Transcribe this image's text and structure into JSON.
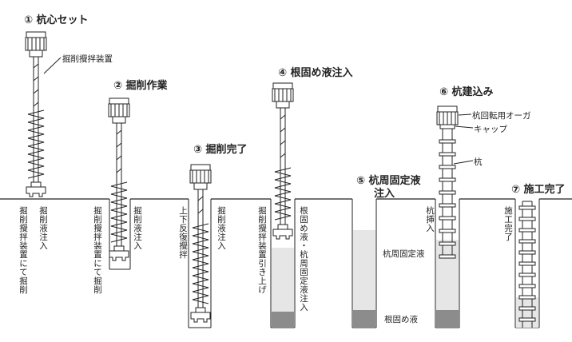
{
  "steps": [
    {
      "title": "① 杭心セット"
    },
    {
      "title": "② 掘削作業"
    },
    {
      "title": "③ 掘削完了"
    },
    {
      "title": "④ 根固め液注入"
    },
    {
      "title": "⑤ 杭周固定液"
    },
    {
      "title": "⑥ 杭建込み"
    },
    {
      "title": "⑦ 施工完了"
    }
  ],
  "step5_title_line2": "注入",
  "callouts": {
    "auger_device": "掘削攪拌装置",
    "pile_auger": "杭回転用オーガ",
    "cap": "キャップ",
    "pile": "杭"
  },
  "vertical_labels": {
    "s1_a": "掘削攪拌装置にて掘削",
    "s1_b": "掘削液注入",
    "s2_a": "掘削攪拌装置にて掘削",
    "s2_b": "掘削液注入",
    "s3_a": "上下反復攪拌",
    "s3_b": "掘削液注入",
    "s4_a": "掘削攪拌装置引き上げ",
    "s4_b": "根固め液・杭周固定液注入",
    "s6": "杭挿入",
    "s7": "施工完了"
  },
  "fluid_labels": {
    "peri": "杭周固定液",
    "root": "根固め液"
  },
  "colors": {
    "line": "#222222",
    "fluid_light": "#e6e6e6",
    "fluid_dark": "#8c8c8c",
    "device": "#ffffff"
  }
}
